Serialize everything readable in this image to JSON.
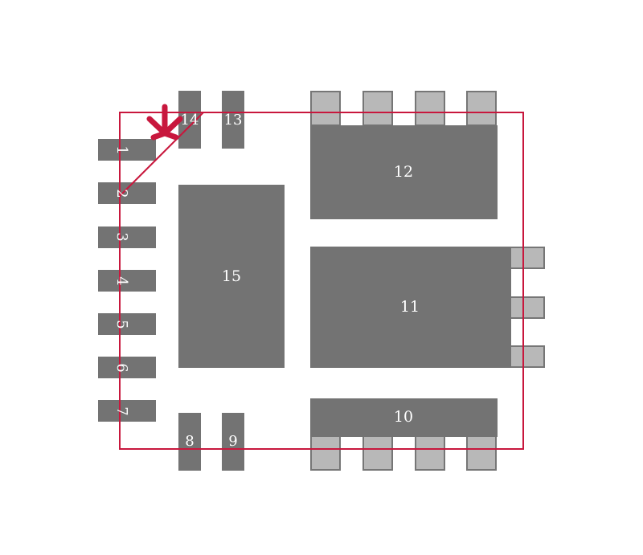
{
  "footprint": {
    "colors": {
      "pad": "#737373",
      "pad_light": "#b8b8b8",
      "outline": "#c8173d",
      "pin1_marker": "#c8173d"
    },
    "pins": {
      "p1": "1",
      "p2": "2",
      "p3": "3",
      "p4": "4",
      "p5": "5",
      "p6": "6",
      "p7": "7",
      "p8": "8",
      "p9": "9",
      "p10": "10",
      "p11": "11",
      "p12": "12",
      "p13": "13",
      "p14": "14",
      "p15": "15"
    },
    "pin1_marker_glyph": "asterisk"
  }
}
